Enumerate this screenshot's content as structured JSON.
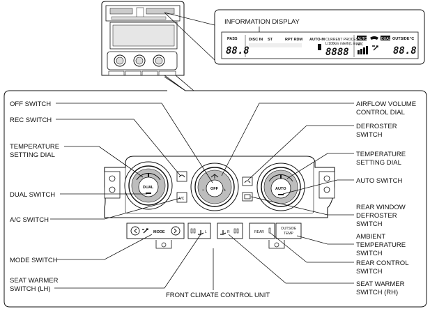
{
  "display": {
    "title": "INFORMATION DISPLAY",
    "pass_label": "PASS",
    "pass_value": "88.8",
    "disc_label": "DISC IN",
    "st_label": "ST",
    "rpt_label": "RPT RDM",
    "auto_m_label": "AUTO-M",
    "consumption_label_1": "CURRENT PROCESSING",
    "consumption_label_2": "L/100km mile/h(L mpg)",
    "center_value": "8888",
    "auto_tag": "AUTO",
    "wc_tag": "WC",
    "dual_tag": "DUAL",
    "outside_label": "OUTSIDE",
    "outside_unit": "°C",
    "outside_value": "88.8"
  },
  "panel": {
    "title": "FRONT CLIMATE CONTROL UNIT",
    "dual_button": "DUAL",
    "off_button": "OFF",
    "auto_button": "AUTO",
    "ac_button": "A/C",
    "mode_button": "MODE",
    "rear_button": "REAR",
    "outside_temp_line1": "OUTSIDE",
    "outside_temp_line2": "TEMP",
    "minus_sign": "−",
    "plus_sign": "+",
    "seat_l_tag": "L",
    "seat_r_tag": "R"
  },
  "callouts": {
    "off_switch": "OFF SWITCH",
    "rec_switch": "REC SWITCH",
    "temp_dial_left_1": "TEMPERATURE",
    "temp_dial_left_2": "SETTING DIAL",
    "dual_switch": "DUAL SWITCH",
    "ac_switch": "A/C SWITCH",
    "mode_switch": "MODE SWITCH",
    "seat_lh_1": "SEAT WARMER",
    "seat_lh_2": "SWITCH (LH)",
    "airflow_1": "AIRFLOW VOLUME",
    "airflow_2": "CONTROL DIAL",
    "defroster_1": "DEFROSTER",
    "defroster_2": "SWITCH",
    "temp_dial_right_1": "TEMPERATURE",
    "temp_dial_right_2": "SETTING DIAL",
    "auto_switch": "AUTO SWITCH",
    "rear_window_1": "REAR WINDOW",
    "rear_window_2": "DEFROSTER",
    "rear_window_3": "SWITCH",
    "ambient_1": "AMBIENT",
    "ambient_2": "TEMPERATURE",
    "ambient_3": "SWITCH",
    "rear_control_1": "REAR CONTROL",
    "rear_control_2": "SWITCH",
    "seat_rh_1": "SEAT WARMER",
    "seat_rh_2": "SWITCH (RH)"
  }
}
